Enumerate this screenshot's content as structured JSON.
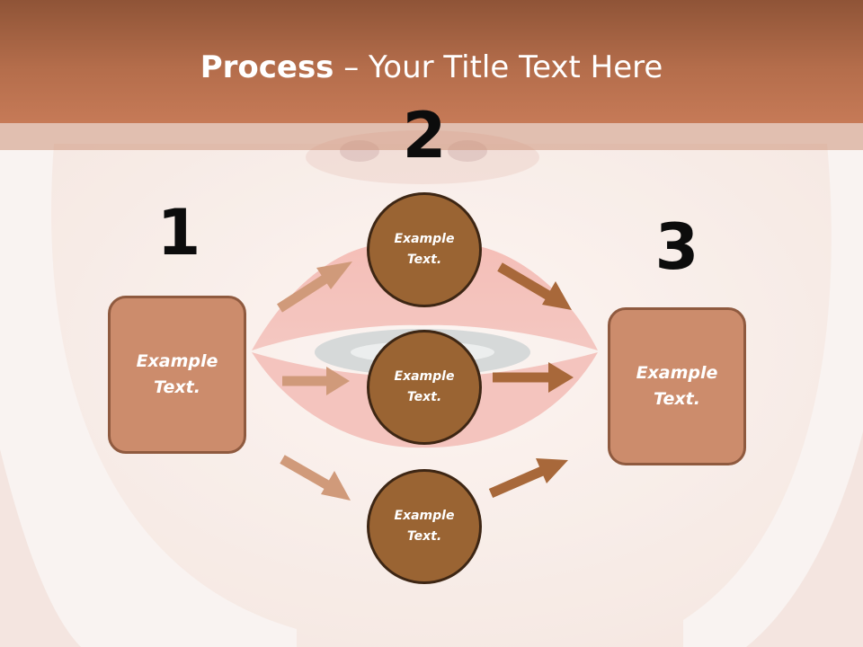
{
  "slide": {
    "title_bold": "Process",
    "title_rest": " – Your Title Text Here"
  },
  "steps": {
    "one": "1",
    "two": "2",
    "three": "3"
  },
  "boxes": {
    "left": "Example Text.",
    "right": "Example Text."
  },
  "circles": {
    "top": "Example Text.",
    "middle": "Example Text.",
    "bottom": "Example Text."
  },
  "colors": {
    "header": "#b46d4b",
    "box_fill": "#cc8c6c",
    "circle_fill": "#9a6433",
    "arrow_light": "#d09a7a",
    "arrow_dark": "#a8683a"
  }
}
